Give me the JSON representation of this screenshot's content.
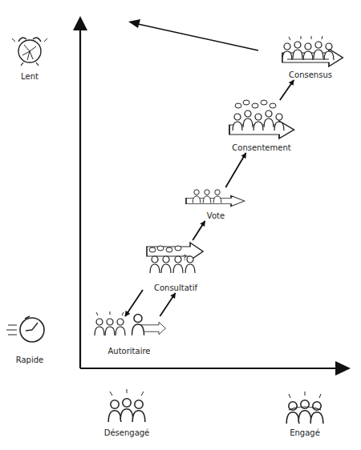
{
  "diagram": {
    "nodes": [
      {
        "text": [
          "Consensus"
        ]
      },
      {
        "text": [
          "Consentement"
        ]
      },
      {
        "text": [
          "Vote"
        ]
      },
      {
        "text": [
          "Consultatif"
        ]
      },
      {
        "text": [
          "Autoritaire"
        ]
      }
    ],
    "edges": [
      {
        "from": 4,
        "to": 3,
        "arrow": "to"
      },
      {
        "from": 3,
        "to": 2,
        "arrow": "to"
      },
      {
        "from": 2,
        "to": 1,
        "arrow": "to"
      },
      {
        "from": 1,
        "to": 0,
        "arrow": "to"
      },
      {
        "from": 3,
        "to": 4,
        "arrow": "to"
      }
    ],
    "labels": [
      "Lent",
      "Rapide",
      "Désengagé",
      "Engagé"
    ]
  }
}
